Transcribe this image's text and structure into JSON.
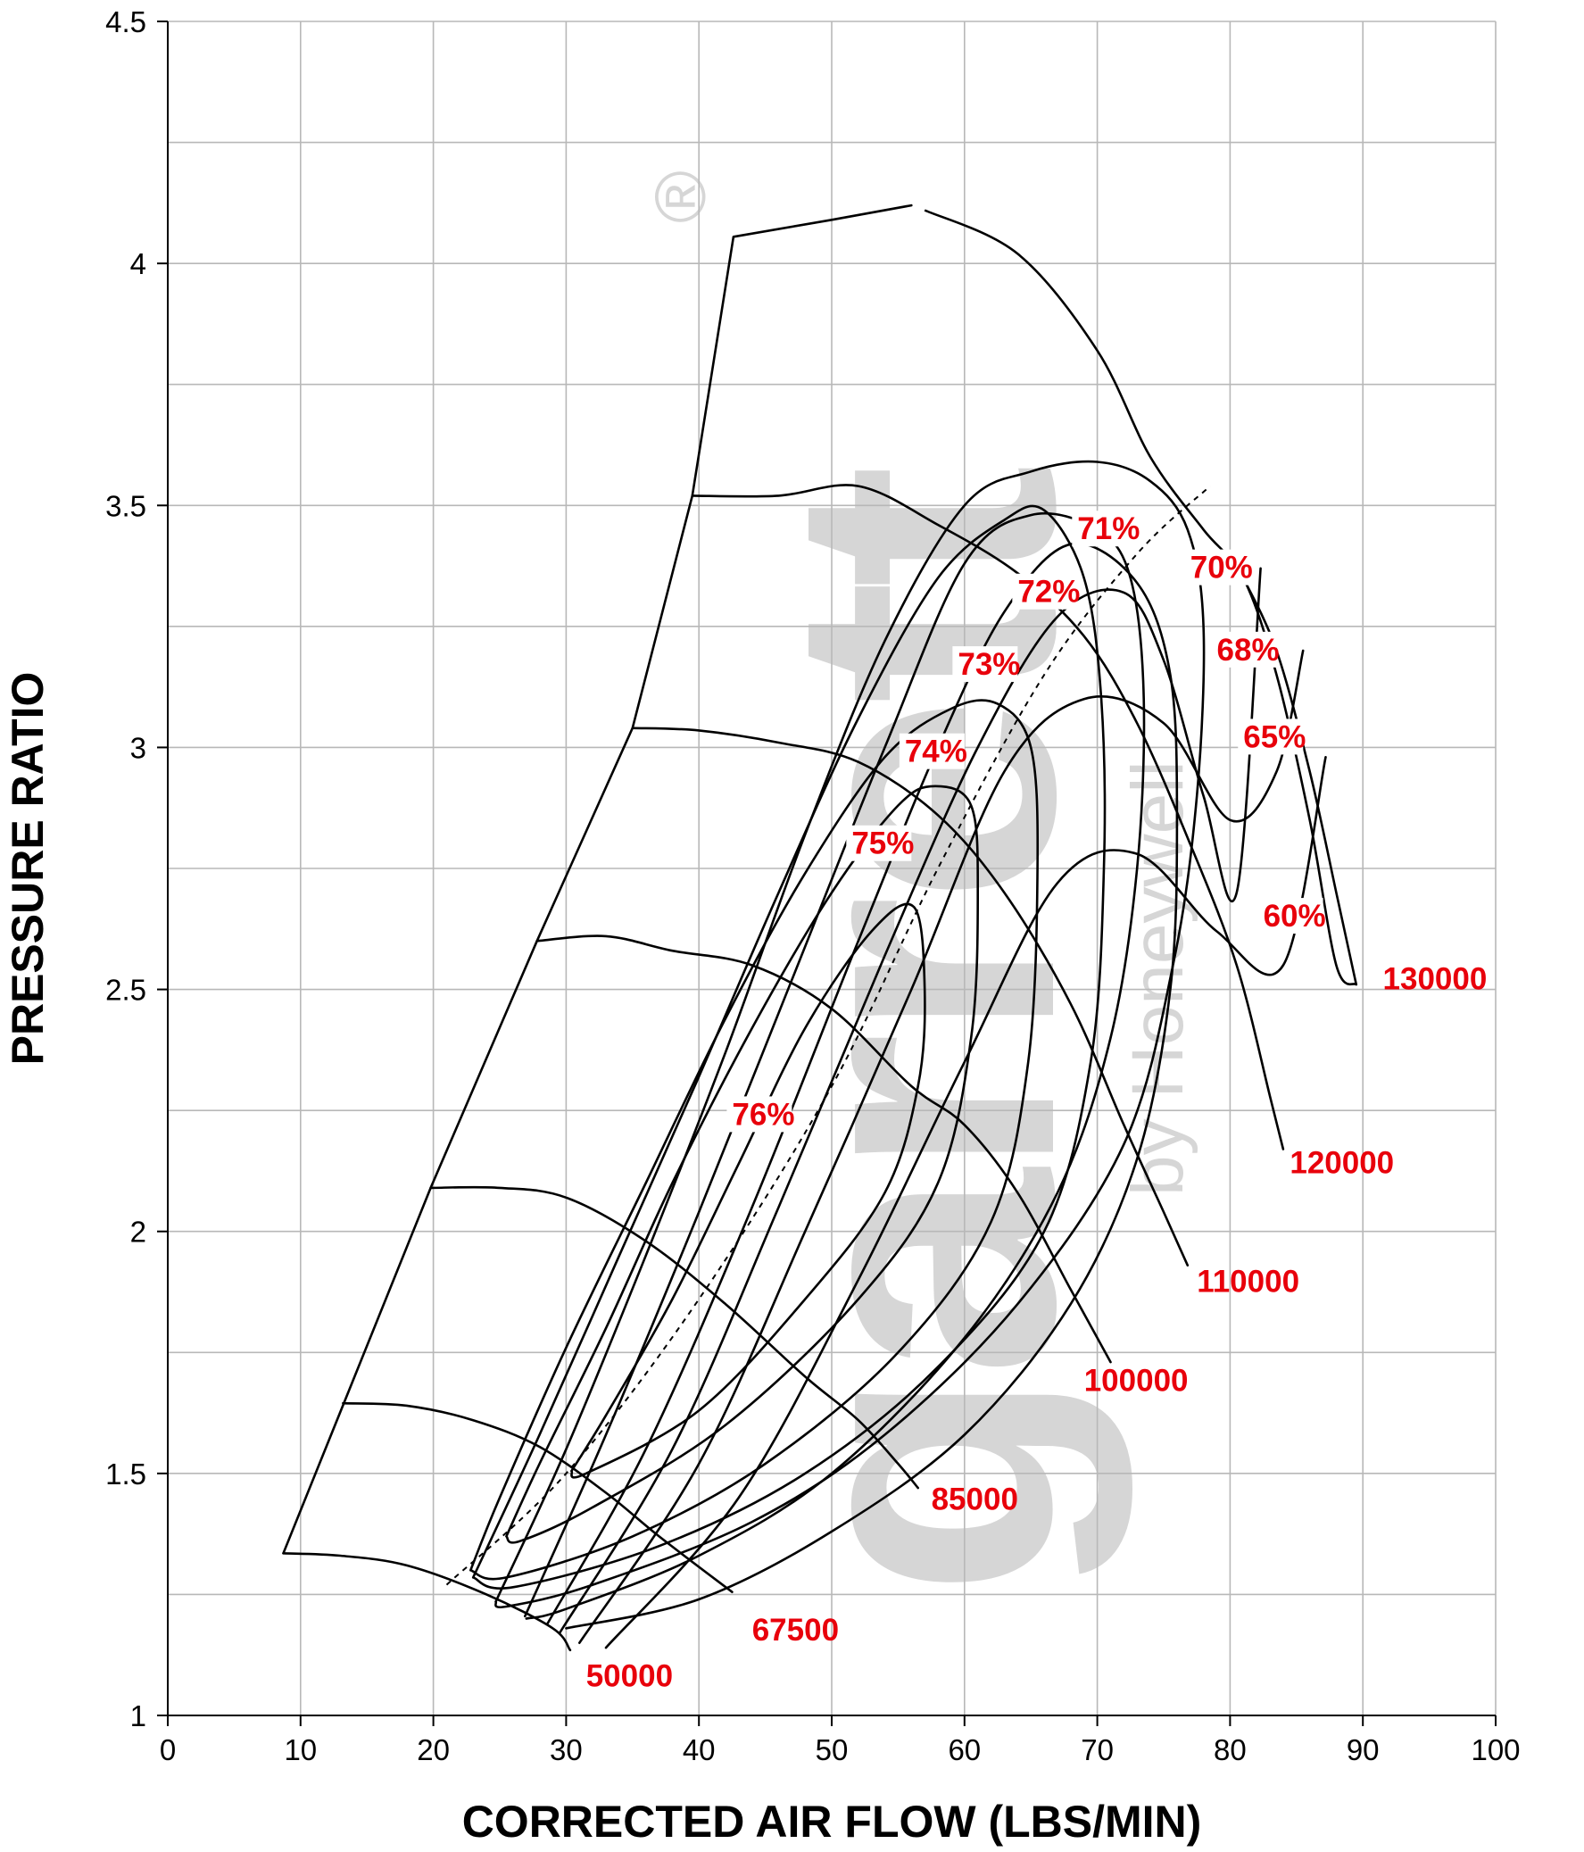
{
  "chart_data": {
    "type": "line",
    "title": "",
    "xlabel": "CORRECTED AIR FLOW (LBS/MIN)",
    "ylabel": "PRESSURE RATIO",
    "xlim": [
      0,
      100
    ],
    "ylim": [
      1,
      4.5
    ],
    "x_ticks": [
      "0",
      "10",
      "20",
      "30",
      "40",
      "50",
      "60",
      "70",
      "80",
      "90",
      "100"
    ],
    "y_ticks": [
      "1",
      "1.5",
      "2",
      "2.5",
      "3",
      "3.5",
      "4",
      "4.5"
    ],
    "grid": true,
    "watermark": {
      "brand": "garrett",
      "subtitle": "by Honeywell",
      "mark": "®"
    },
    "surge_line": [
      [
        8.7,
        1.335
      ],
      [
        19.8,
        2.09
      ],
      [
        27.8,
        2.6
      ],
      [
        35,
        3.04
      ],
      [
        39.5,
        3.52
      ],
      [
        42.6,
        4.055
      ],
      [
        50,
        4.09
      ],
      [
        56,
        4.12
      ]
    ],
    "choke_line": [
      [
        57,
        4.11
      ],
      [
        64,
        4.02
      ],
      [
        70,
        3.82
      ],
      [
        74,
        3.6
      ],
      [
        78,
        3.45
      ],
      [
        81,
        3.35
      ],
      [
        83.5,
        3.15
      ],
      [
        86,
        2.85
      ],
      [
        88,
        2.55
      ],
      [
        89.5,
        2.51
      ]
    ],
    "speed_lines": [
      {
        "name": "50000",
        "points": [
          [
            8.7,
            1.335
          ],
          [
            13,
            1.33
          ],
          [
            18,
            1.31
          ],
          [
            24,
            1.25
          ],
          [
            29,
            1.18
          ],
          [
            30.3,
            1.135
          ]
        ]
      },
      {
        "name": "67500",
        "points": [
          [
            13.2,
            1.645
          ],
          [
            18,
            1.64
          ],
          [
            23,
            1.61
          ],
          [
            28,
            1.555
          ],
          [
            33,
            1.46
          ],
          [
            37,
            1.37
          ],
          [
            42.5,
            1.255
          ]
        ]
      },
      {
        "name": "85000",
        "points": [
          [
            19.8,
            2.09
          ],
          [
            25,
            2.09
          ],
          [
            30,
            2.07
          ],
          [
            36,
            1.98
          ],
          [
            42,
            1.85
          ],
          [
            48,
            1.7
          ],
          [
            52,
            1.61
          ],
          [
            55,
            1.52
          ],
          [
            56.5,
            1.47
          ]
        ]
      },
      {
        "name": "100000",
        "points": [
          [
            27.8,
            2.6
          ],
          [
            33,
            2.61
          ],
          [
            38,
            2.58
          ],
          [
            44,
            2.55
          ],
          [
            50,
            2.46
          ],
          [
            56,
            2.3
          ],
          [
            60,
            2.22
          ],
          [
            64,
            2.08
          ],
          [
            68,
            1.88
          ],
          [
            71,
            1.73
          ]
        ]
      },
      {
        "name": "110000",
        "points": [
          [
            35,
            3.04
          ],
          [
            40,
            3.035
          ],
          [
            46,
            3.01
          ],
          [
            52,
            2.97
          ],
          [
            58,
            2.86
          ],
          [
            63,
            2.7
          ],
          [
            68,
            2.47
          ],
          [
            72,
            2.22
          ],
          [
            75,
            2.04
          ],
          [
            76.8,
            1.93
          ]
        ]
      },
      {
        "name": "120000",
        "points": [
          [
            39.5,
            3.52
          ],
          [
            46,
            3.52
          ],
          [
            52,
            3.54
          ],
          [
            58,
            3.46
          ],
          [
            64,
            3.36
          ],
          [
            69,
            3.23
          ],
          [
            73,
            3.05
          ],
          [
            77,
            2.8
          ],
          [
            80.5,
            2.55
          ],
          [
            83,
            2.28
          ],
          [
            84,
            2.17
          ]
        ]
      },
      {
        "name": "130000",
        "points": [
          [
            81,
            3.35
          ],
          [
            83.5,
            3.2
          ],
          [
            86,
            2.95
          ],
          [
            88,
            2.7
          ],
          [
            89.5,
            2.51
          ]
        ]
      }
    ],
    "speed_label_text": [
      "50000",
      "67500",
      "85000",
      "100000",
      "110000",
      "120000",
      "130000"
    ],
    "efficiency_islands": [
      {
        "name": "76%",
        "points": [
          [
            30.4,
            1.505
          ],
          [
            33,
            1.62
          ],
          [
            38,
            1.86
          ],
          [
            43,
            2.14
          ],
          [
            48,
            2.42
          ],
          [
            53,
            2.62
          ],
          [
            56.2,
            2.67
          ],
          [
            57,
            2.5
          ],
          [
            56.5,
            2.3
          ],
          [
            54,
            2.08
          ],
          [
            48,
            1.86
          ],
          [
            40,
            1.63
          ],
          [
            31.5,
            1.5
          ],
          [
            30.4,
            1.505
          ]
        ]
      },
      {
        "name": "75%",
        "points": [
          [
            25.5,
            1.37
          ],
          [
            28,
            1.52
          ],
          [
            33,
            1.8
          ],
          [
            38,
            2.1
          ],
          [
            44,
            2.42
          ],
          [
            50,
            2.7
          ],
          [
            55,
            2.88
          ],
          [
            57.8,
            2.92
          ],
          [
            60.5,
            2.88
          ],
          [
            61,
            2.7
          ],
          [
            60.5,
            2.4
          ],
          [
            58,
            2.1
          ],
          [
            52,
            1.86
          ],
          [
            42,
            1.6
          ],
          [
            32,
            1.43
          ],
          [
            26.5,
            1.36
          ],
          [
            25.5,
            1.37
          ]
        ]
      },
      {
        "name": "74%",
        "points": [
          [
            22.8,
            1.3
          ],
          [
            25,
            1.45
          ],
          [
            30,
            1.76
          ],
          [
            36,
            2.1
          ],
          [
            42,
            2.44
          ],
          [
            48,
            2.74
          ],
          [
            54,
            2.98
          ],
          [
            59,
            3.08
          ],
          [
            62.5,
            3.09
          ],
          [
            65,
            3.0
          ],
          [
            65.5,
            2.75
          ],
          [
            64.8,
            2.35
          ],
          [
            62,
            2.02
          ],
          [
            55,
            1.75
          ],
          [
            45,
            1.52
          ],
          [
            35,
            1.37
          ],
          [
            25.5,
            1.285
          ],
          [
            22.8,
            1.3
          ]
        ]
      },
      {
        "name": "73%",
        "points": [
          [
            23,
            1.285
          ],
          [
            28,
            1.58
          ],
          [
            34,
            1.95
          ],
          [
            40,
            2.32
          ],
          [
            46,
            2.7
          ],
          [
            52,
            3.06
          ],
          [
            58,
            3.35
          ],
          [
            63,
            3.47
          ],
          [
            66,
            3.49
          ],
          [
            69,
            3.35
          ],
          [
            70.3,
            3.1
          ],
          [
            70.5,
            2.75
          ],
          [
            69.5,
            2.35
          ],
          [
            66,
            2.0
          ],
          [
            58,
            1.72
          ],
          [
            48,
            1.5
          ],
          [
            37,
            1.35
          ],
          [
            26,
            1.265
          ],
          [
            23,
            1.285
          ]
        ]
      },
      {
        "name": "72%",
        "points": [
          [
            24.7,
            1.235
          ],
          [
            30,
            1.55
          ],
          [
            36,
            1.95
          ],
          [
            42,
            2.37
          ],
          [
            48,
            2.82
          ],
          [
            54,
            3.22
          ],
          [
            60,
            3.5
          ],
          [
            65,
            3.57
          ],
          [
            70,
            3.59
          ],
          [
            74,
            3.55
          ],
          [
            76.8,
            3.45
          ],
          [
            78,
            3.25
          ],
          [
            77.5,
            2.9
          ],
          [
            75.7,
            2.55
          ],
          [
            72,
            2.18
          ],
          [
            64,
            1.85
          ],
          [
            54,
            1.58
          ],
          [
            44,
            1.4
          ],
          [
            32,
            1.27
          ],
          [
            25.5,
            1.225
          ],
          [
            24.7,
            1.235
          ]
        ]
      },
      {
        "name": "71%",
        "points": [
          [
            26.9,
            1.205
          ],
          [
            33,
            1.58
          ],
          [
            40,
            2.04
          ],
          [
            47,
            2.52
          ],
          [
            54,
            3.0
          ],
          [
            60,
            3.38
          ],
          [
            65,
            3.48
          ],
          [
            70,
            3.45
          ],
          [
            72.5,
            3.35
          ],
          [
            73.5,
            3.1
          ],
          [
            73,
            2.75
          ],
          [
            71,
            2.4
          ],
          [
            67,
            2.08
          ],
          [
            60,
            1.78
          ],
          [
            50,
            1.5
          ],
          [
            40,
            1.33
          ],
          [
            30,
            1.22
          ],
          [
            27,
            1.2
          ]
        ]
      }
    ],
    "efficiency_labels": [
      "76%",
      "75%",
      "74%",
      "73%",
      "72%",
      "71%",
      "70%",
      "68%",
      "65%",
      "60%"
    ],
    "surge_margin_lines": [
      {
        "name": "70%",
        "points": [
          [
            28.6,
            1.19
          ],
          [
            36,
            1.55
          ],
          [
            44,
            2.05
          ],
          [
            52,
            2.6
          ],
          [
            58,
            3.0
          ],
          [
            63,
            3.28
          ],
          [
            68,
            3.42
          ],
          [
            73,
            3.34
          ],
          [
            75.5,
            3.15
          ],
          [
            76,
            2.85
          ],
          [
            75.5,
            2.5
          ],
          [
            73,
            2.15
          ],
          [
            68,
            1.85
          ],
          [
            60,
            1.58
          ],
          [
            50,
            1.38
          ],
          [
            40,
            1.24
          ],
          [
            30,
            1.18
          ]
        ]
      },
      {
        "name": "68%",
        "points": [
          [
            29.5,
            1.17
          ],
          [
            38,
            1.55
          ],
          [
            46,
            2.05
          ],
          [
            54,
            2.57
          ],
          [
            61,
            3.0
          ],
          [
            67,
            3.27
          ],
          [
            72,
            3.32
          ],
          [
            75,
            3.18
          ],
          [
            78,
            2.9
          ],
          [
            80.5,
            2.7
          ],
          [
            82.3,
            3.37
          ]
        ]
      },
      {
        "name": "65%",
        "points": [
          [
            31,
            1.15
          ],
          [
            40,
            1.52
          ],
          [
            48,
            2.0
          ],
          [
            56,
            2.5
          ],
          [
            63,
            2.95
          ],
          [
            69,
            3.1
          ],
          [
            75,
            3.05
          ],
          [
            80,
            2.85
          ],
          [
            83.5,
            2.95
          ],
          [
            85.5,
            3.2
          ]
        ]
      },
      {
        "name": "60%",
        "points": [
          [
            33,
            1.14
          ],
          [
            43,
            1.45
          ],
          [
            52,
            1.9
          ],
          [
            60,
            2.35
          ],
          [
            67,
            2.72
          ],
          [
            73,
            2.78
          ],
          [
            79,
            2.62
          ],
          [
            84,
            2.55
          ],
          [
            87.2,
            2.98
          ]
        ]
      }
    ]
  }
}
